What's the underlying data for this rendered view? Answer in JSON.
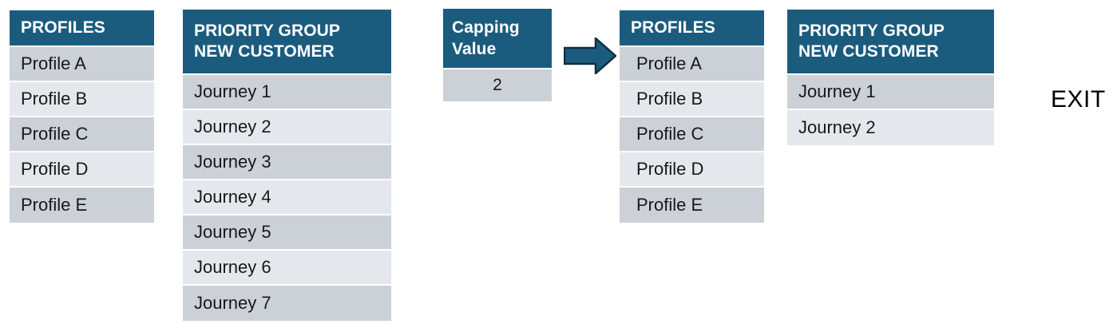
{
  "colors": {
    "header_teal": "#1b5c7e",
    "row_dark": "#ccd1d7",
    "row_light": "#e4e8ec",
    "arrow_fill": "#1b5c7e",
    "arrow_stroke": "#10303f",
    "text_dark": "#16181a",
    "background": "#ffffff"
  },
  "tables": {
    "profiles_left": {
      "header": "PROFILES",
      "rows": [
        "Profile A",
        "Profile B",
        "Profile C",
        "Profile D",
        "Profile E"
      ]
    },
    "priority_left": {
      "header_line1": "PRIORITY GROUP",
      "header_line2": "NEW CUSTOMER",
      "rows": [
        "Journey 1",
        "Journey 2",
        "Journey 3",
        "Journey 4",
        "Journey 5",
        "Journey 6",
        "Journey 7"
      ]
    },
    "capping": {
      "header_line1": "Capping",
      "header_line2": "Value",
      "value": "2"
    },
    "profiles_right": {
      "header": "PROFILES",
      "rows": [
        "Profile A",
        "Profile B",
        "Profile C",
        "Profile D",
        "Profile E"
      ]
    },
    "priority_right": {
      "header_line1": "PRIORITY GROUP",
      "header_line2": "NEW CUSTOMER",
      "rows": [
        "Journey 1",
        "Journey 2"
      ]
    }
  },
  "arrow": {
    "icon": "right-block-arrow-icon"
  },
  "exit": {
    "label": "EXIT"
  }
}
